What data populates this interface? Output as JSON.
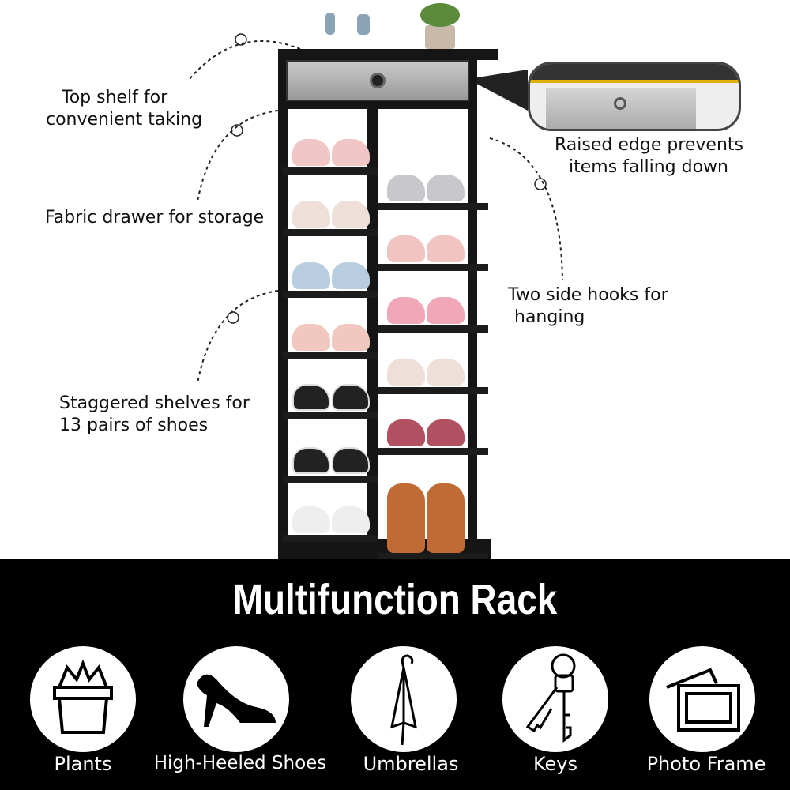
{
  "callouts": {
    "top_shelf": [
      "Top shelf for",
      "convenient taking"
    ],
    "drawer": "Fabric drawer for storage",
    "raised_edge": [
      "Raised edge prevents",
      "items falling down"
    ],
    "hooks": [
      "Two side hooks for",
      "hanging"
    ],
    "staggered": [
      "Staggered shelves for",
      "13 pairs of shoes"
    ]
  },
  "banner": {
    "title": "Multifunction Rack",
    "features": [
      {
        "label": "Plants",
        "icon": "plant-pot-icon"
      },
      {
        "label": "High-Heeled Shoes",
        "icon": "high-heel-icon"
      },
      {
        "label": "Umbrellas",
        "icon": "umbrella-icon"
      },
      {
        "label": "Keys",
        "icon": "keys-icon"
      },
      {
        "label": "Photo Frame",
        "icon": "photo-frame-icon"
      }
    ]
  },
  "colors": {
    "rack": "#151515",
    "banner": "#000000",
    "drawer": "#b0b0b0"
  }
}
